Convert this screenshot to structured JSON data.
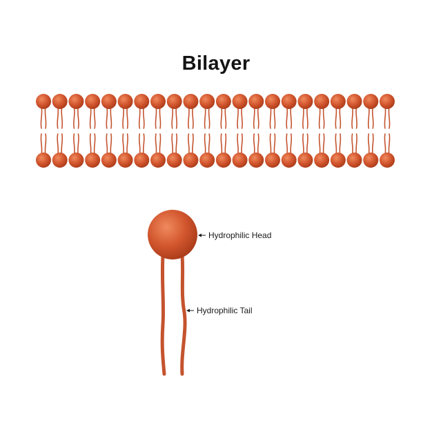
{
  "title": "Bilayer",
  "bilayer": {
    "lipid_count": 22
  },
  "molecule": {
    "head_label": "Hydrophilic Head",
    "tail_label": "Hydrophilic Tail"
  },
  "colors": {
    "head_fill": "#d2562e",
    "head_shade": "#a83a19",
    "head_highlight": "#f08a5e",
    "tail": "#c4532e",
    "text": "#1a1a1a",
    "arrow": "#1a1a1a"
  }
}
